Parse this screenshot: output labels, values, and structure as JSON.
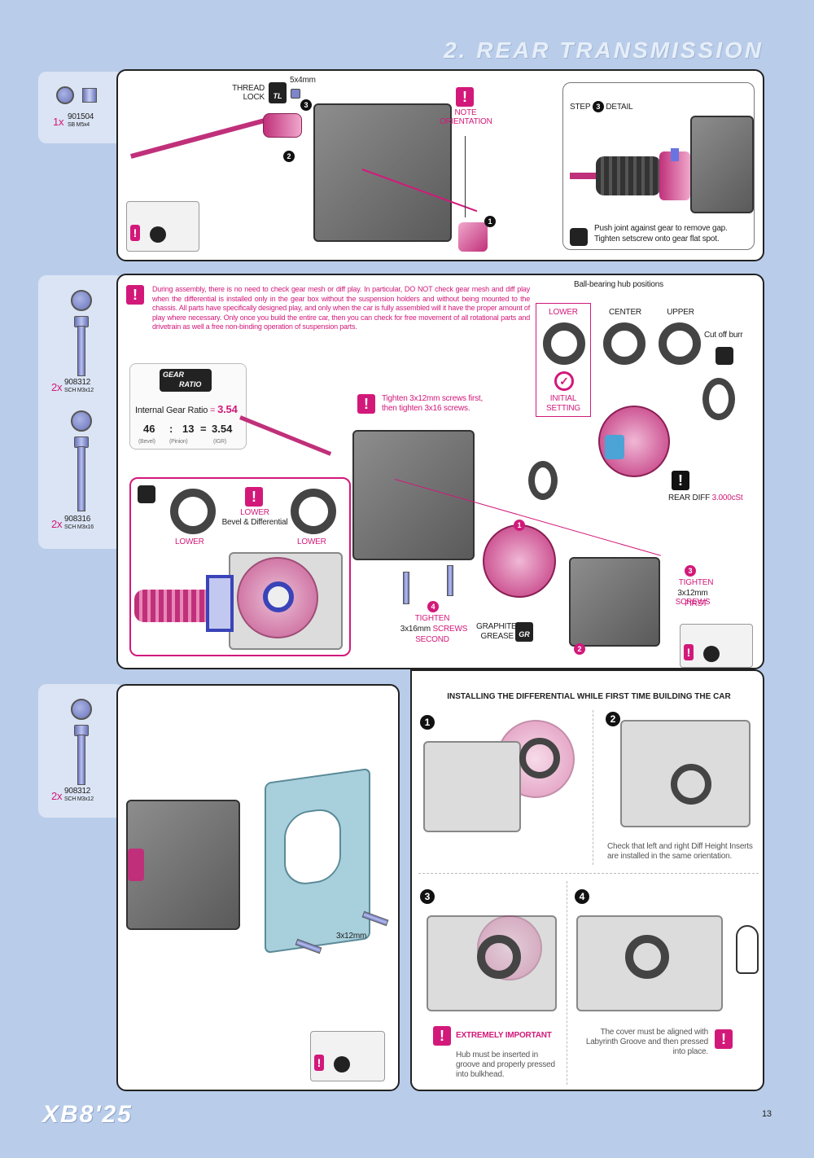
{
  "header": {
    "title": "2. REAR TRANSMISSION"
  },
  "footer": {
    "logo": "XB8'25",
    "page": "13"
  },
  "section1": {
    "parts": [
      {
        "qty": "1x",
        "code": "901504",
        "desc": "SB M5x4"
      }
    ],
    "thread_lock": "THREAD LOCK",
    "screw_size": "5x4mm",
    "tl": "TL",
    "note": "NOTE ORIENTATION",
    "detail_title": "STEP",
    "detail_title_suffix": "DETAIL",
    "detail_text": "Push joint against gear to remove gap. Tighten setscrew onto gear flat spot.",
    "steps": [
      "1",
      "2",
      "3"
    ]
  },
  "section2": {
    "parts": [
      {
        "qty": "2x",
        "code": "908312",
        "desc": "SCH M3x12"
      },
      {
        "qty": "2x",
        "code": "908316",
        "desc": "SCH M3x16"
      }
    ],
    "warning": "During assembly, there is no need to check gear mesh or diff play. In particular, DO NOT check gear mesh and diff play when the differential is installed only in the gear box without the suspension holders and without being mounted to the chassis. All parts have specifically designed play, and only when the car is fully assembled will it have the proper amount of play where necessary. Only once you build the entire car, then you can check for free movement of all rotational parts and drivetrain as well a free non-binding operation of suspension parts.",
    "hub_title": "Ball-bearing hub positions",
    "hub_lower": "LOWER",
    "hub_center": "CENTER",
    "hub_upper": "UPPER",
    "initial_setting": "INITIAL SETTING",
    "cut_off_burr": "Cut off burr",
    "gear_badge_1": "GEAR",
    "gear_badge_2": "RATIO",
    "gear_ratio_label": "Internal Gear Ratio",
    "gear_ratio_eq": "=",
    "gear_ratio_value": "3.54",
    "bevel_val": "46",
    "colon": ":",
    "pinion_val": "13",
    "igr_eq": "=",
    "igr_val": "3.54",
    "bevel_lbl": "(Bevel)",
    "pinion_lbl": "(Pinion)",
    "igr_lbl": "(IGR)",
    "tighten_note": "Tighten 3x12mm screws first, then tighten 3x16 screws.",
    "rear_diff": "REAR DIFF",
    "rear_diff_oil": "3.000cSt",
    "inset_lower_title": "LOWER",
    "inset_subtitle": "Bevel & Differential",
    "inset_lower_left": "LOWER",
    "inset_lower_right": "LOWER",
    "step3_tighten": "TIGHTEN",
    "step3_size": "3x12mm",
    "step3_screws": "SCREWS",
    "step3_first": "FIRST",
    "step4_tighten": "TIGHTEN",
    "step4_size": "3x16mm",
    "step4_screws": "SCREWS",
    "step4_second": "SECOND",
    "graphite": "GRAPHITE GREASE",
    "gr": "GR",
    "n1": "1",
    "n2": "2",
    "n3": "3",
    "n4": "4"
  },
  "section3": {
    "parts": [
      {
        "qty": "2x",
        "code": "908312",
        "desc": "SCH M3x12"
      }
    ],
    "screw_label": "3x12mm",
    "install_title": "INSTALLING THE DIFFERENTIAL WHILE FIRST TIME BUILDING THE CAR",
    "step2_text": "Check that left and right Diff Height Inserts are installed in the same orientation.",
    "extremely_important": "EXTREMELY IMPORTANT",
    "step3_text": "Hub must be inserted in groove and properly pressed into bulkhead.",
    "step4_text": "The cover must be aligned with Labyrinth Groove and then pressed into place.",
    "n1": "1",
    "n2": "2",
    "n3": "3",
    "n4": "4"
  }
}
